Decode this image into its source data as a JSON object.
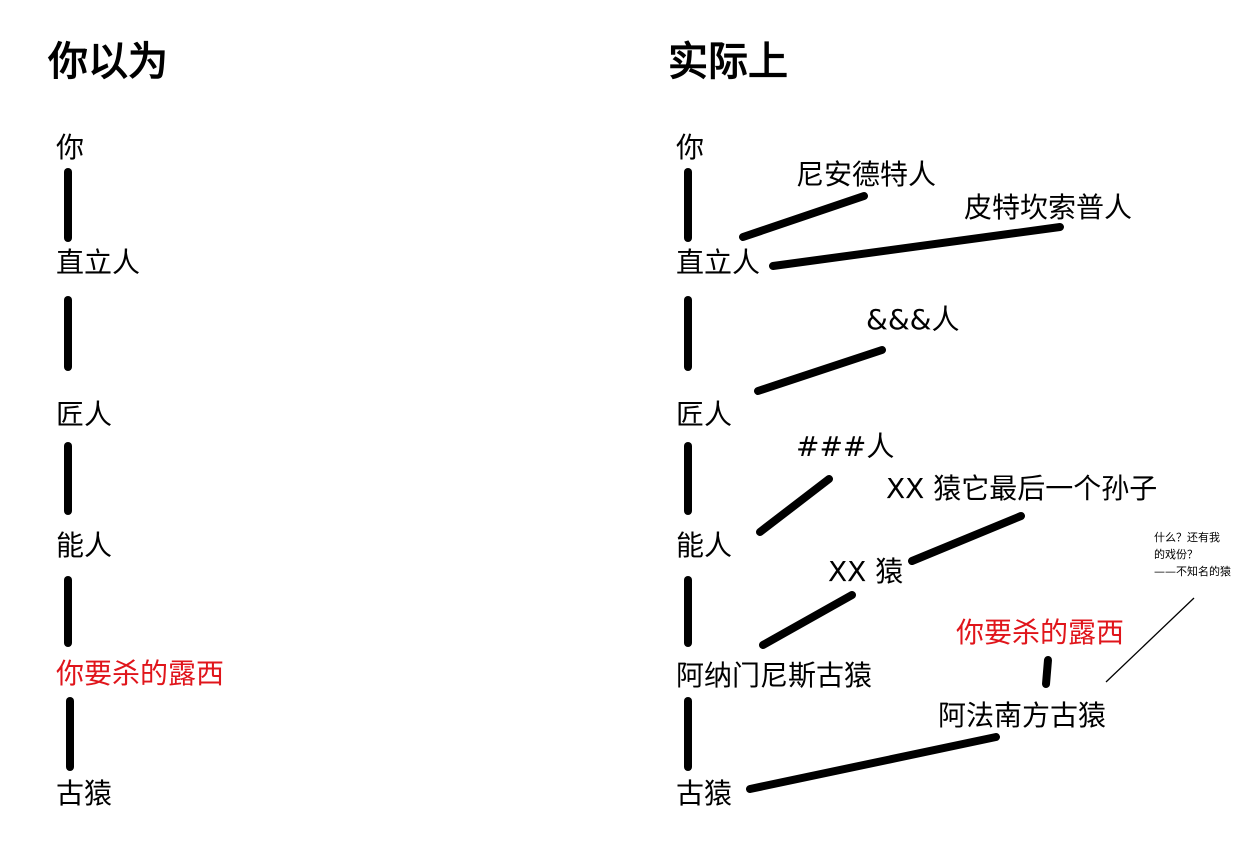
{
  "headings": {
    "left": "你以为",
    "right": "实际上"
  },
  "left_chain": {
    "you": "你",
    "erectus": "直立人",
    "ergaster": "匠人",
    "habilis": "能人",
    "lucy": "你要杀的露西",
    "ape": "古猿"
  },
  "right_tree": {
    "you": "你",
    "erectus": "直立人",
    "ergaster": "匠人",
    "habilis": "能人",
    "anamensis": "阿纳门尼斯古猿",
    "ape": "古猿",
    "neanderthal": "尼安德特人",
    "pithecanthropus": "皮特坎索普人",
    "amp_human": "&&&人",
    "hash_human": "###人",
    "xx_ape": "XX 猿",
    "xx_grandchild": "XX 猿它最后一个孙子",
    "lucy": "你要杀的露西",
    "afarensis": "阿法南方古猿",
    "note": {
      "line1": "什么？还有我",
      "line2": "的戏份？",
      "line3": "——不知名的猿"
    }
  },
  "colors": {
    "line": "#000000",
    "highlight": "#e0151b",
    "background": "#ffffff"
  }
}
